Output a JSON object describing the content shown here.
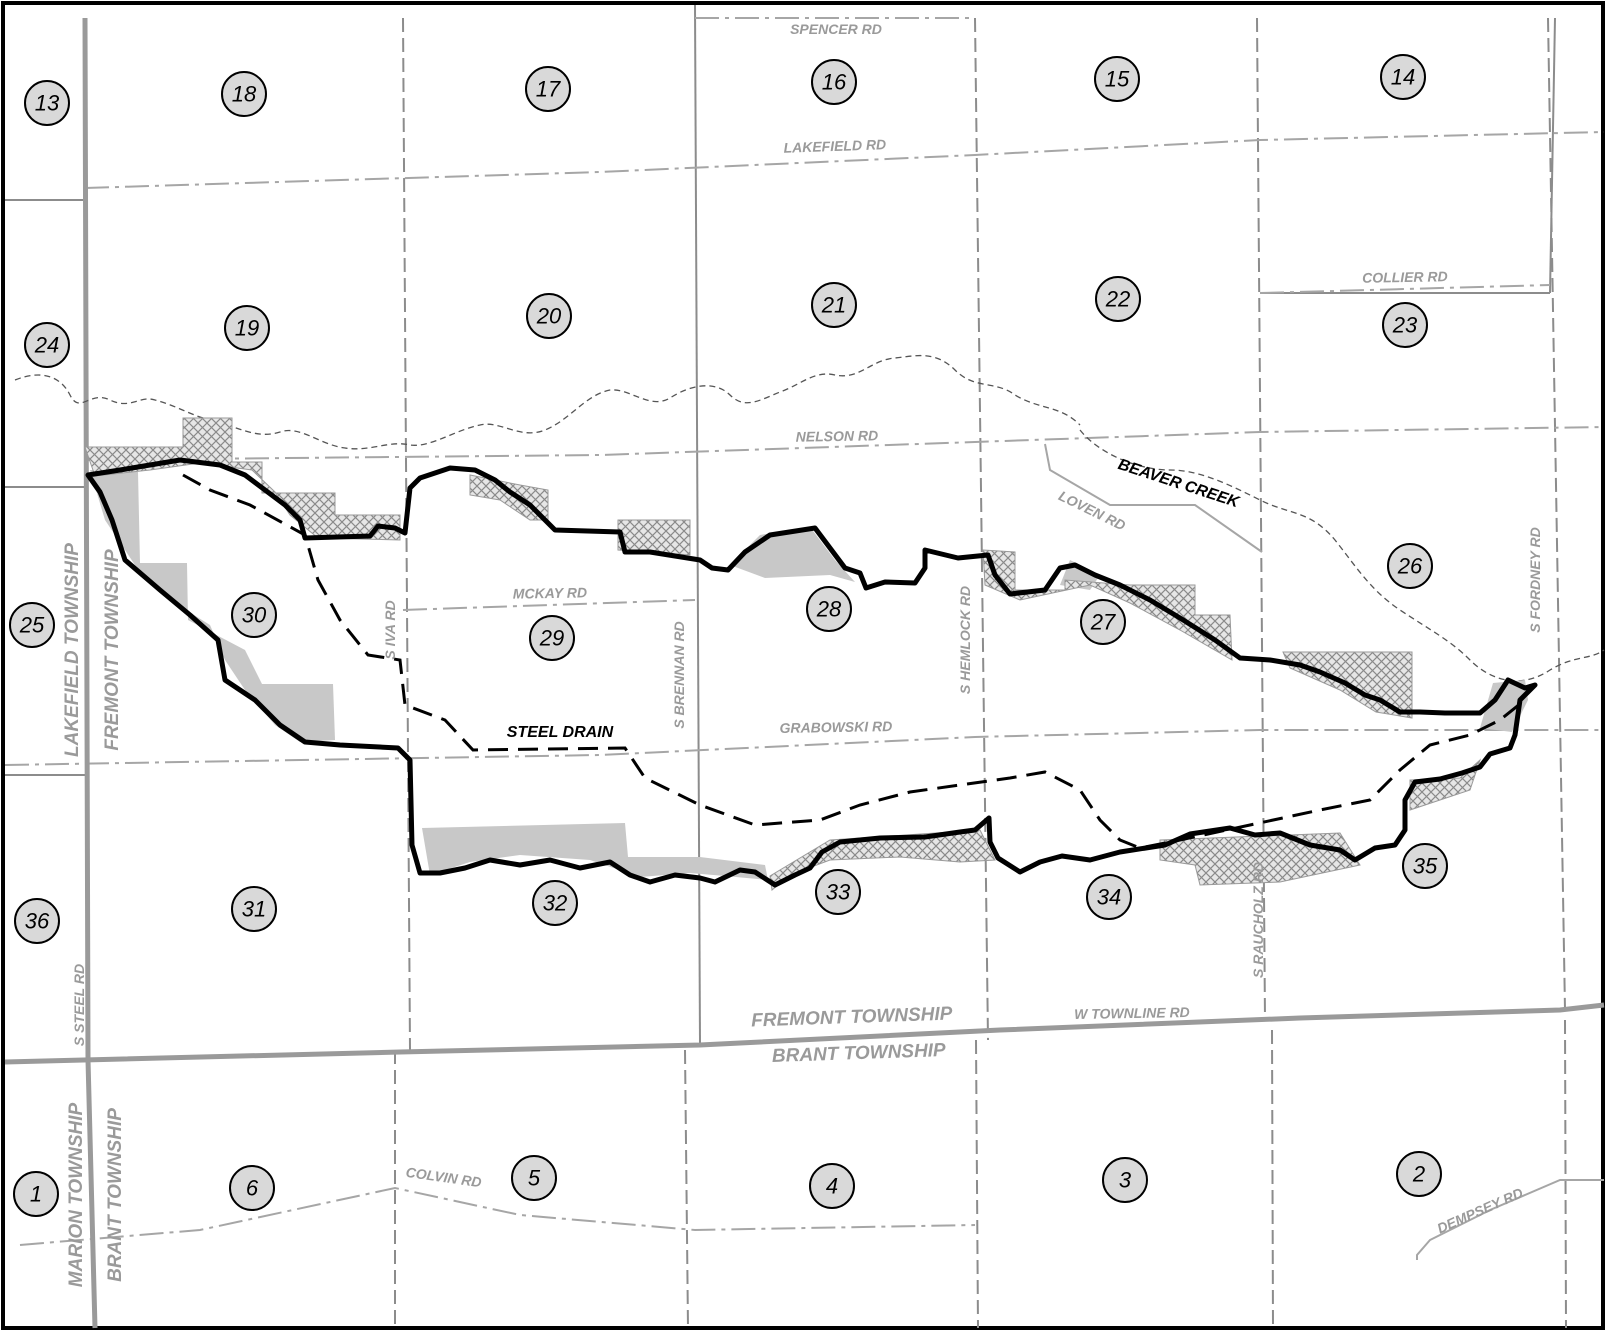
{
  "sections": [
    "13",
    "18",
    "17",
    "16",
    "15",
    "14",
    "24",
    "19",
    "20",
    "21",
    "22",
    "23",
    "25",
    "30",
    "29",
    "28",
    "27",
    "26",
    "36",
    "31",
    "32",
    "33",
    "34",
    "35",
    "1",
    "6",
    "5",
    "4",
    "3",
    "2"
  ],
  "roads": {
    "spencer": "SPENCER RD",
    "lakefield": "LAKEFIELD RD",
    "collier": "COLLIER RD",
    "nelson": "NELSON RD",
    "loven": "LOVEN RD",
    "mckay": "MCKAY RD",
    "s_iva": "S IVA RD",
    "s_brennan": "S BRENNAN RD",
    "s_hemlock": "S HEMLOCK RD",
    "s_fordney": "S FORDNEY RD",
    "grabowski": "GRABOWSKI RD",
    "s_raucholz": "S RAUCHOLZ RD",
    "s_steel": "S STEEL RD",
    "w_townline": "W TOWNLINE RD",
    "colvin": "COLVIN RD",
    "dempsey": "DEMPSEY RD"
  },
  "townships": {
    "lakefield": "LAKEFIELD TOWNSHIP",
    "fremont_west": "FREMONT TOWNSHIP",
    "fremont_south": "FREMONT TOWNSHIP",
    "brant_north": "BRANT TOWNSHIP",
    "marion": "MARION TOWNSHIP",
    "brant_east": "BRANT TOWNSHIP"
  },
  "features": {
    "beaver_creek": "BEAVER CREEK",
    "steel_drain": "STEEL DRAIN"
  },
  "colors": {
    "section_fill": "#d9d9d9",
    "road_grey": "#9a9a9a",
    "area_grey": "#c8c8c8",
    "boundary_black": "#000000"
  }
}
